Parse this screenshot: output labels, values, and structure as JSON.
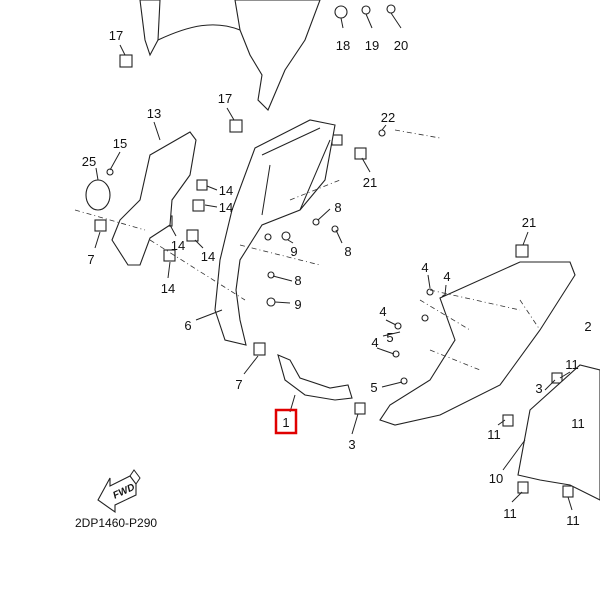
{
  "diagram": {
    "code": "2DP1460-P290",
    "fwd_label": "FWD",
    "highlight_color": "#e00000",
    "highlighted_part": "1",
    "callouts": [
      "17",
      "18",
      "19",
      "20",
      "17",
      "13",
      "22",
      "15",
      "25",
      "21",
      "14",
      "14",
      "8",
      "14",
      "14",
      "8",
      "9",
      "7",
      "8",
      "21",
      "4",
      "4",
      "14",
      "9",
      "6",
      "4",
      "2",
      "5",
      "4",
      "11",
      "7",
      "5",
      "3",
      "1",
      "3",
      "11",
      "11",
      "10",
      "11",
      "11"
    ]
  }
}
